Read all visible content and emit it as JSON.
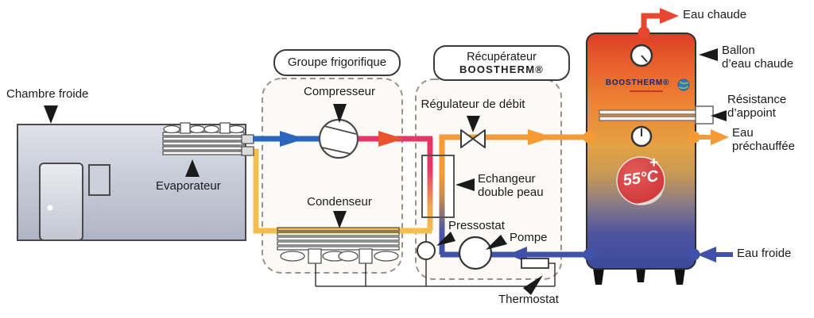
{
  "labels": {
    "chambre_froide": "Chambre froide",
    "evaporateur": "Evaporateur",
    "groupe_frigorifique": "Groupe frigorifique",
    "compresseur": "Compresseur",
    "condenseur": "Condenseur",
    "recuperateur": "Récupérateur",
    "recuperateur_brand": "BOOSTHERM®",
    "regulateur_debit": "Régulateur de débit",
    "echangeur_l1": "Echangeur",
    "echangeur_l2": "double peau",
    "pressostat": "Pressostat",
    "pompe": "Pompe",
    "thermostat": "Thermostat"
  },
  "tank": {
    "brand": "BOOSTHERM®",
    "eau_chaude": "Eau chaude",
    "ballon_l1": "Ballon",
    "ballon_l2": "d’eau chaude",
    "resistance_l1": "Résistance",
    "resistance_l2": "d’appoint",
    "eau_prechauffee_l1": "Eau",
    "eau_prechauffee_l2": "préchauffée",
    "eau_froide": "Eau froide",
    "badge_temp": "55°C",
    "badge_plus": "+"
  },
  "colors": {
    "refrigerant_suction": "#2B66BE",
    "refrigerant_discharge": "#E83568",
    "refrigerant_liquid": "#F3BE4F",
    "water_hot": "#F49B35",
    "water_cold": "#3F51A8",
    "hot_water_out": "#E8472F",
    "badge_red": "#D6393E",
    "dashed_outline": "#9C928B"
  }
}
